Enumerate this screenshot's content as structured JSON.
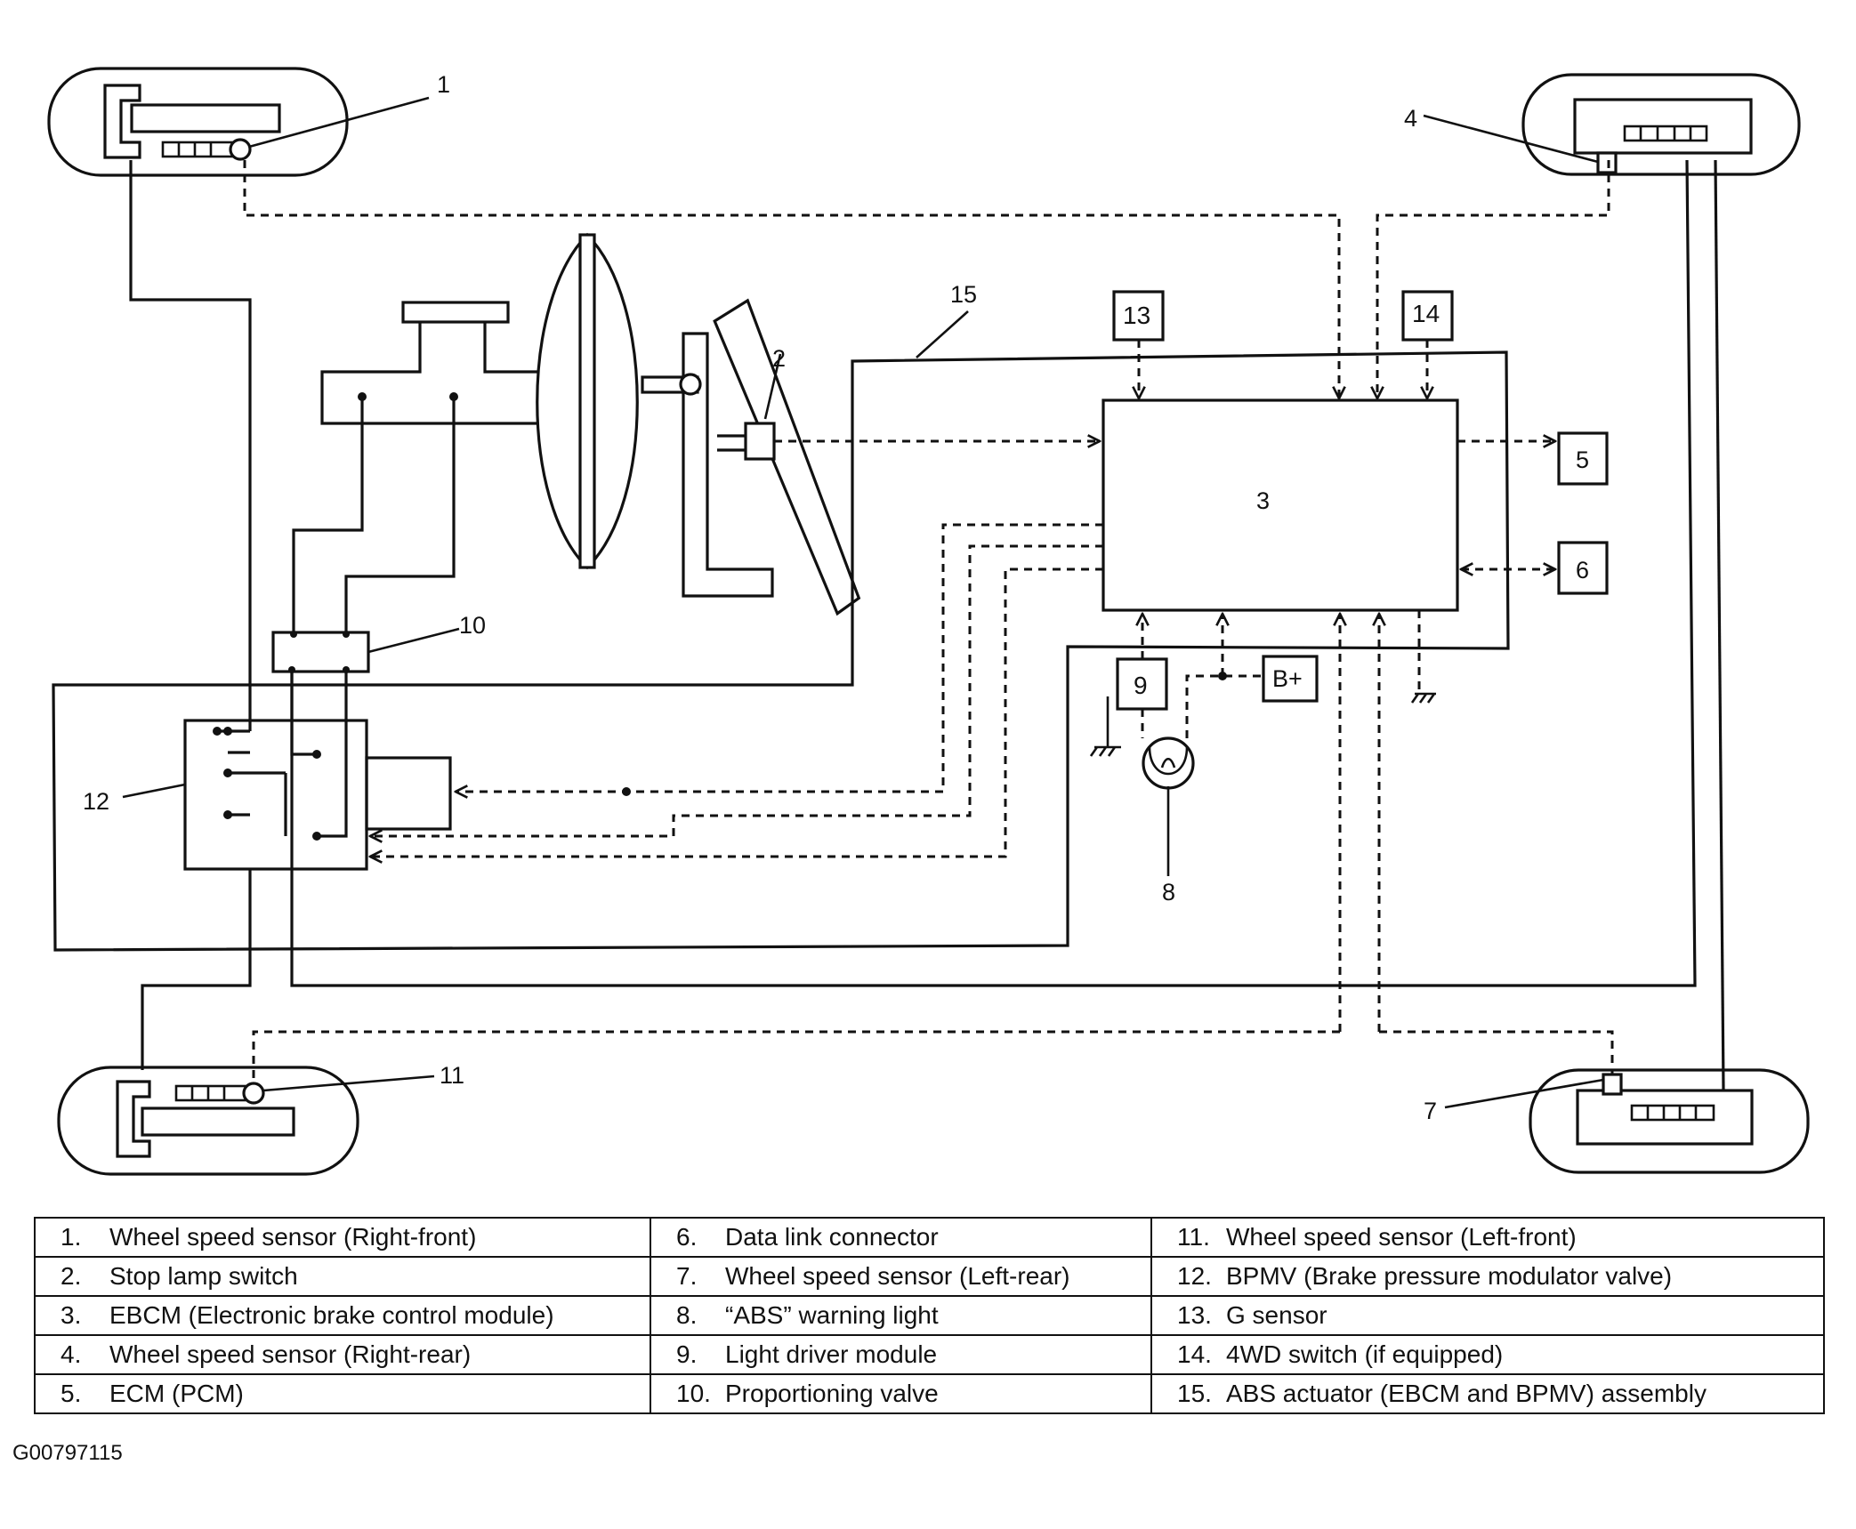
{
  "callouts": {
    "c1": "1",
    "c2": "2",
    "c3": "3",
    "c4": "4",
    "c5": "5",
    "c6": "6",
    "c7": "7",
    "c8": "8",
    "c9": "9",
    "c10": "10",
    "c11": "11",
    "c12": "12",
    "c13": "13",
    "c14": "14",
    "c15": "15"
  },
  "bplus": "B+",
  "legend": [
    [
      {
        "num": "1.",
        "text": "Wheel speed sensor (Right-front)"
      },
      {
        "num": "6.",
        "text": "Data link connector"
      },
      {
        "num": "11.",
        "text": "Wheel speed sensor (Left-front)"
      }
    ],
    [
      {
        "num": "2.",
        "text": "Stop lamp switch"
      },
      {
        "num": "7.",
        "text": "Wheel speed sensor (Left-rear)"
      },
      {
        "num": "12.",
        "text": "BPMV (Brake pressure modulator valve)"
      }
    ],
    [
      {
        "num": "3.",
        "text": "EBCM (Electronic brake control module)"
      },
      {
        "num": "8.",
        "text": "“ABS” warning light"
      },
      {
        "num": "13.",
        "text": "G sensor"
      }
    ],
    [
      {
        "num": "4.",
        "text": "Wheel speed sensor (Right-rear)"
      },
      {
        "num": "9.",
        "text": "Light driver module"
      },
      {
        "num": "14.",
        "text": "4WD switch (if equipped)"
      }
    ],
    [
      {
        "num": "5.",
        "text": "ECM (PCM)"
      },
      {
        "num": "10.",
        "text": "Proportioning valve"
      },
      {
        "num": "15.",
        "text": "ABS actuator (EBCM and BPMV) assembly"
      }
    ]
  ],
  "figure_code": "G00797115"
}
